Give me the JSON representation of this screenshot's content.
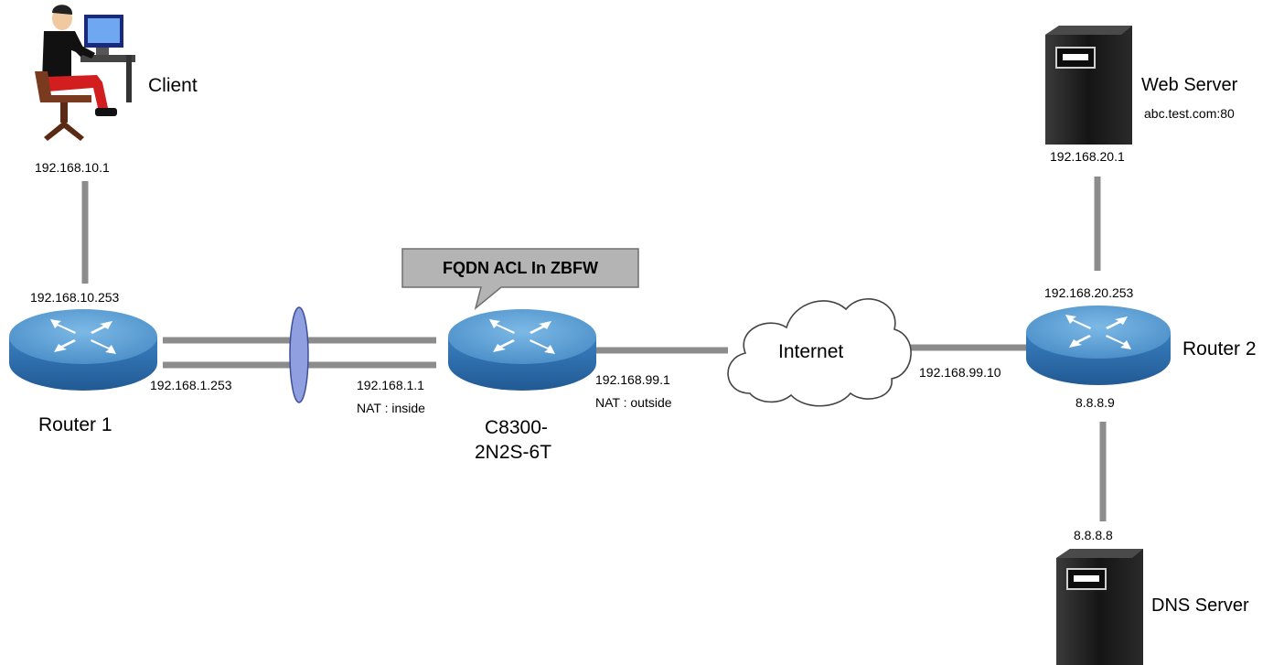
{
  "diagram": {
    "nodes": {
      "client": {
        "name": "Client",
        "ip": "192.168.10.1",
        "icon": "person-at-computer-icon"
      },
      "router1": {
        "name": "Router 1",
        "ip_top": "192.168.10.253",
        "ip_link": "192.168.1.253",
        "icon": "router-icon"
      },
      "c8300": {
        "name_line1": "C8300-",
        "name_line2": "2N2S-6T",
        "ip_inside": "192.168.1.1",
        "nat_inside": "NAT : inside",
        "ip_outside": "192.168.99.1",
        "nat_outside": "NAT : outside",
        "icon": "router-icon"
      },
      "internet": {
        "name": "Internet",
        "icon": "cloud-icon"
      },
      "router2": {
        "name": "Router 2",
        "ip_top": "192.168.20.253",
        "ip_left": "192.168.99.10",
        "ip_bottom": "8.8.8.9",
        "icon": "router-icon"
      },
      "web_server": {
        "name": "Web Server",
        "url": "abc.test.com:80",
        "ip": "192.168.20.1",
        "icon": "server-icon"
      },
      "dns_server": {
        "name": "DNS Server",
        "ip": "8.8.8.8",
        "icon": "server-icon"
      }
    },
    "callout": {
      "text": "FQDN ACL In ZBFW"
    },
    "colors": {
      "link": "#8c8c8c",
      "router_top": "#5a9fd4",
      "router_body": "#2e6aa6",
      "cloud_fill": "#ffffff",
      "callout_fill": "#b4b4b4",
      "lag_ellipse": "#8f9fe0",
      "server_body": "#1c1c1c"
    }
  }
}
